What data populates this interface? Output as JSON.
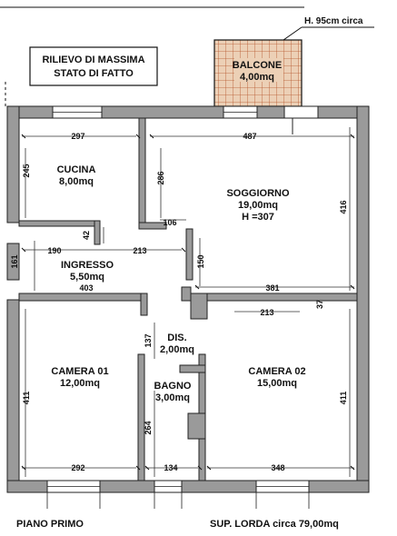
{
  "title": {
    "line1": "RILIEVO DI MASSIMA",
    "line2": "STATO DI FATTO"
  },
  "balcony_note": "H. 95cm circa",
  "rooms": {
    "balcone": {
      "name": "BALCONE",
      "area": "4,00mq"
    },
    "cucina": {
      "name": "CUCINA",
      "area": "8,00mq"
    },
    "soggiorno": {
      "name": "SOGGIORNO",
      "area": "19,00mq",
      "height": "H =307"
    },
    "ingresso": {
      "name": "INGRESSO",
      "area": "5,50mq"
    },
    "dis": {
      "name": "DIS.",
      "area": "2,00mq"
    },
    "camera01": {
      "name": "CAMERA 01",
      "area": "12,00mq"
    },
    "camera02": {
      "name": "CAMERA 02",
      "area": "15,00mq"
    },
    "bagno": {
      "name": "BAGNO",
      "area": "3,00mq"
    }
  },
  "dimensions": {
    "d297": "297",
    "d487": "487",
    "d245": "245",
    "d286": "286",
    "d416": "416",
    "d106": "106",
    "d42": "42",
    "d190": "190",
    "d213a": "213",
    "d161": "161",
    "d150": "150",
    "d403": "403",
    "d381": "381",
    "d213b": "213",
    "d37": "37",
    "d137": "137",
    "d411a": "411",
    "d411b": "411",
    "d264": "264",
    "d292": "292",
    "d134": "134",
    "d348": "348"
  },
  "footer": {
    "floor": "PIANO PRIMO",
    "surface": "SUP. LORDA circa 79,00mq"
  },
  "colors": {
    "wall": "#9a9a9a",
    "balcony_tile": "#e8c9ad",
    "line": "#111111"
  }
}
